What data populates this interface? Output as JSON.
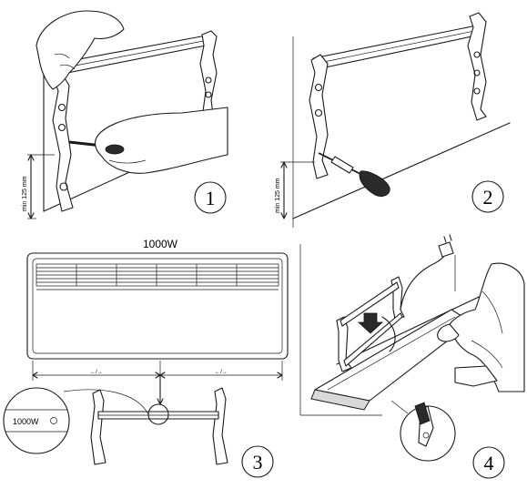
{
  "steps": [
    {
      "number": "1",
      "dimension_label": "min 125 mm"
    },
    {
      "number": "2",
      "dimension_label": "min 125 mm"
    },
    {
      "number": "3",
      "heater_label": "1000W",
      "inset_label": "1000W",
      "dim_left": "←/→",
      "dim_right": "←/→"
    },
    {
      "number": "4"
    }
  ]
}
